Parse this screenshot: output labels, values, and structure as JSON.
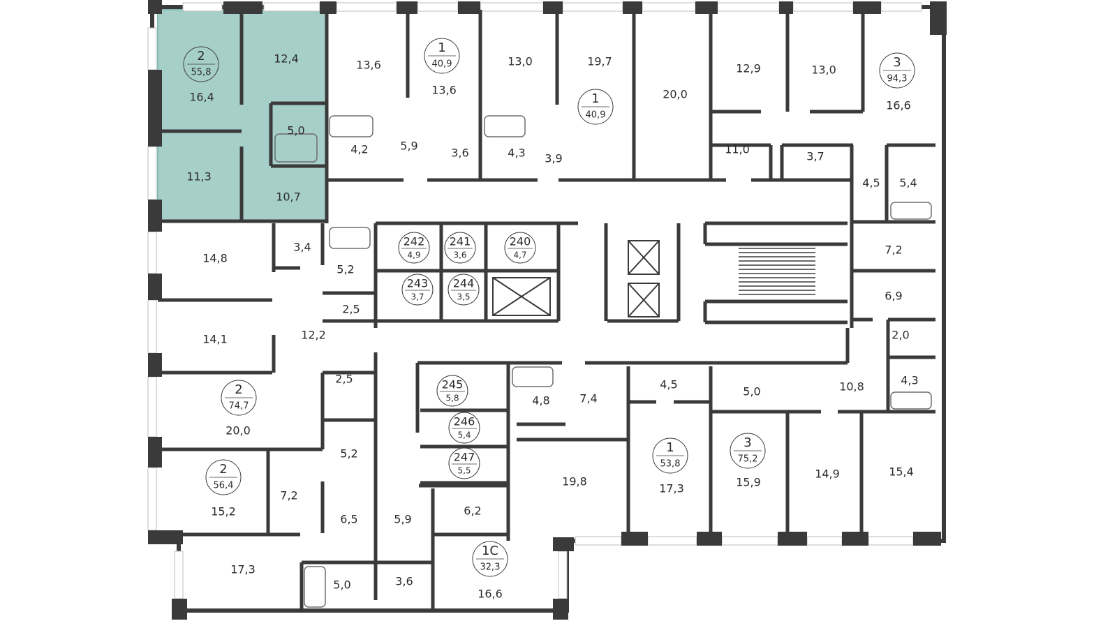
{
  "colors": {
    "wall": "#3a3a3a",
    "highlight": "#a6cfca",
    "highlight_border": "#86bbb4",
    "window": "#d8d8d8",
    "fixture": "#6e6e6e"
  },
  "apartments": [
    {
      "id": "apt-a",
      "rooms": "2",
      "area": "55,8"
    },
    {
      "id": "apt-b",
      "rooms": "1",
      "area": "40,9"
    },
    {
      "id": "apt-c",
      "rooms": "1",
      "area": "40,9"
    },
    {
      "id": "apt-d",
      "rooms": "3",
      "area": "94,3"
    },
    {
      "id": "apt-e",
      "rooms": "2",
      "area": "74,7"
    },
    {
      "id": "apt-f",
      "rooms": "2",
      "area": "56,4"
    },
    {
      "id": "apt-g",
      "rooms": "1",
      "area": "53,8"
    },
    {
      "id": "apt-h",
      "rooms": "3",
      "area": "75,2"
    },
    {
      "id": "apt-i",
      "rooms": "1С",
      "area": "32,3"
    }
  ],
  "storage_units": [
    {
      "id": "s242",
      "number": "242",
      "area": "4,9"
    },
    {
      "id": "s241",
      "number": "241",
      "area": "3,6"
    },
    {
      "id": "s240",
      "number": "240",
      "area": "4,7"
    },
    {
      "id": "s243",
      "number": "243",
      "area": "3,7"
    },
    {
      "id": "s244",
      "number": "244",
      "area": "3,5"
    },
    {
      "id": "s245",
      "number": "245",
      "area": "5,8"
    },
    {
      "id": "s246",
      "number": "246",
      "area": "5,4"
    },
    {
      "id": "s247",
      "number": "247",
      "area": "5,5"
    }
  ],
  "room_areas": [
    "16,4",
    "12,4",
    "5,0",
    "11,3",
    "10,7",
    "13,6",
    "13,6",
    "4,2",
    "5,9",
    "3,6",
    "13,0",
    "4,3",
    "3,9",
    "19,7",
    "20,0",
    "12,9",
    "13,0",
    "11,0",
    "3,7",
    "16,6",
    "4,5",
    "5,4",
    "7,2",
    "6,9",
    "2,0",
    "4,3",
    "10,8",
    "14,8",
    "3,4",
    "5,2",
    "2,5",
    "14,1",
    "12,2",
    "2,5",
    "20,0",
    "5,2",
    "15,2",
    "7,2",
    "6,5",
    "17,3",
    "5,0",
    "3,6",
    "5,9",
    "6,2",
    "16,6",
    "4,8",
    "7,4",
    "19,8",
    "4,5",
    "17,3",
    "5,0",
    "15,9",
    "14,9",
    "15,4"
  ]
}
